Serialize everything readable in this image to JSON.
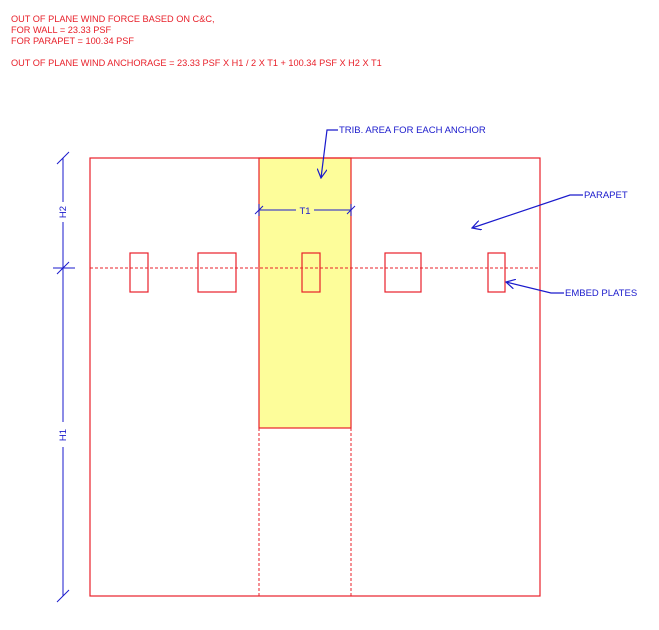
{
  "notes": {
    "line1": "OUT OF PLANE WIND FORCE BASED ON C&C,",
    "line2": "FOR WALL = 23.33 PSF",
    "line3": "FOR PARAPET = 100.34 PSF",
    "line4": "OUT OF PLANE WIND ANCHORAGE = 23.33 PSF X H1 / 2 X T1 + 100.34 PSF X H2 X T1"
  },
  "labels": {
    "trib_area": "TRIB. AREA FOR EACH ANCHOR",
    "parapet": "PARAPET",
    "embed_plates": "EMBED PLATES",
    "t1": "T1",
    "h1": "H1",
    "h2": "H2"
  },
  "colors": {
    "note_text": "#e8202a",
    "outline": "#e8202a",
    "leader": "#1a1acc",
    "trib_fill": "#fdfd9a"
  }
}
